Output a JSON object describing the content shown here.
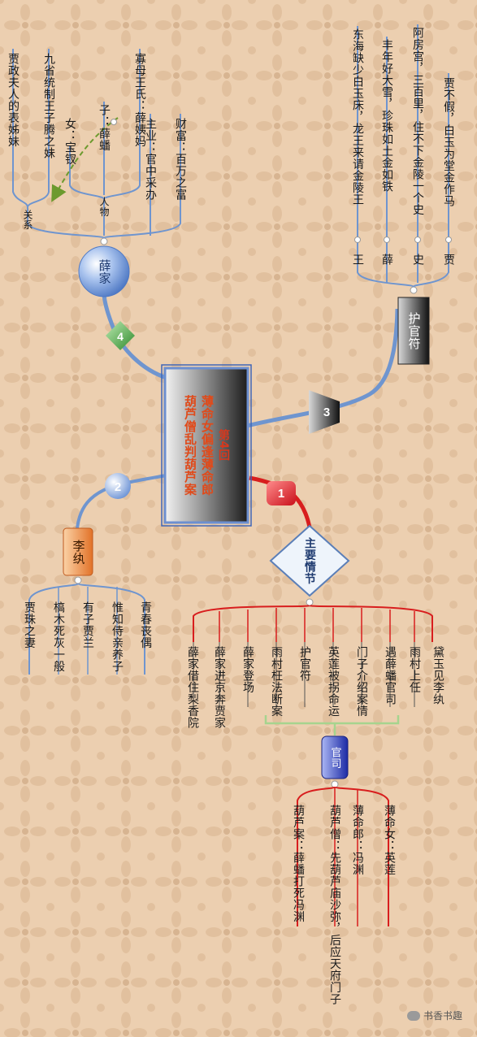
{
  "central": {
    "line1": "第4回",
    "line2": "薄命女偏逢薄命郎",
    "line3": "葫芦僧乱判葫芦案"
  },
  "branch1": {
    "badge": "1",
    "node": "主要情节",
    "items": [
      "黛玉见李纨",
      "雨村上任",
      "遇薛蟠官司",
      "门子介绍案情",
      "英莲被拐命运",
      "护官符",
      "雨村枉法断案",
      "薛家登场",
      "薛家进京奔贾家",
      "薛家借住梨香院"
    ]
  },
  "guansi": {
    "node": "官司",
    "items": [
      "薄命女：英莲",
      "薄命郎：冯渊",
      "葫芦僧：先葫芦庙沙弥，后应天府门子",
      "葫芦案：薛蟠打死冯渊"
    ]
  },
  "branch2": {
    "badge": "2",
    "node": "李纨",
    "items": [
      "青春丧偶",
      "惟知侍亲养子",
      "有子贾兰",
      "槁木死灰一般",
      "贾珠之妻"
    ]
  },
  "branch3": {
    "badge": "3",
    "node": "护官符",
    "rows": [
      {
        "text": "贾不假，白玉为堂金作马",
        "tag": "贾"
      },
      {
        "text": "阿房宫，三百里，住不下金陵一个史",
        "tag": "史"
      },
      {
        "text": "丰年好大雪，珍珠如土金如铁",
        "tag": "薛"
      },
      {
        "text": "东海缺少白玉床，龙王来请金陵王",
        "tag": "王"
      }
    ]
  },
  "branch4": {
    "badge": "4",
    "node": "薛家",
    "wealth": "财富：百万之富",
    "business": "主业：官中采办",
    "people_label": "人物",
    "people": [
      "寡母王氏：薛姨妈",
      "子：薛蟠",
      "女：宝钗"
    ],
    "relation_label": "关系",
    "relations": [
      "九省统制王子腾之妹",
      "贾政夫人的表姊妹"
    ]
  },
  "watermark": "书香书趣",
  "colors": {
    "red": "#d81e1e",
    "blue": "#5b89c9",
    "green": "#7ec87a",
    "ochre": "#c89550"
  }
}
